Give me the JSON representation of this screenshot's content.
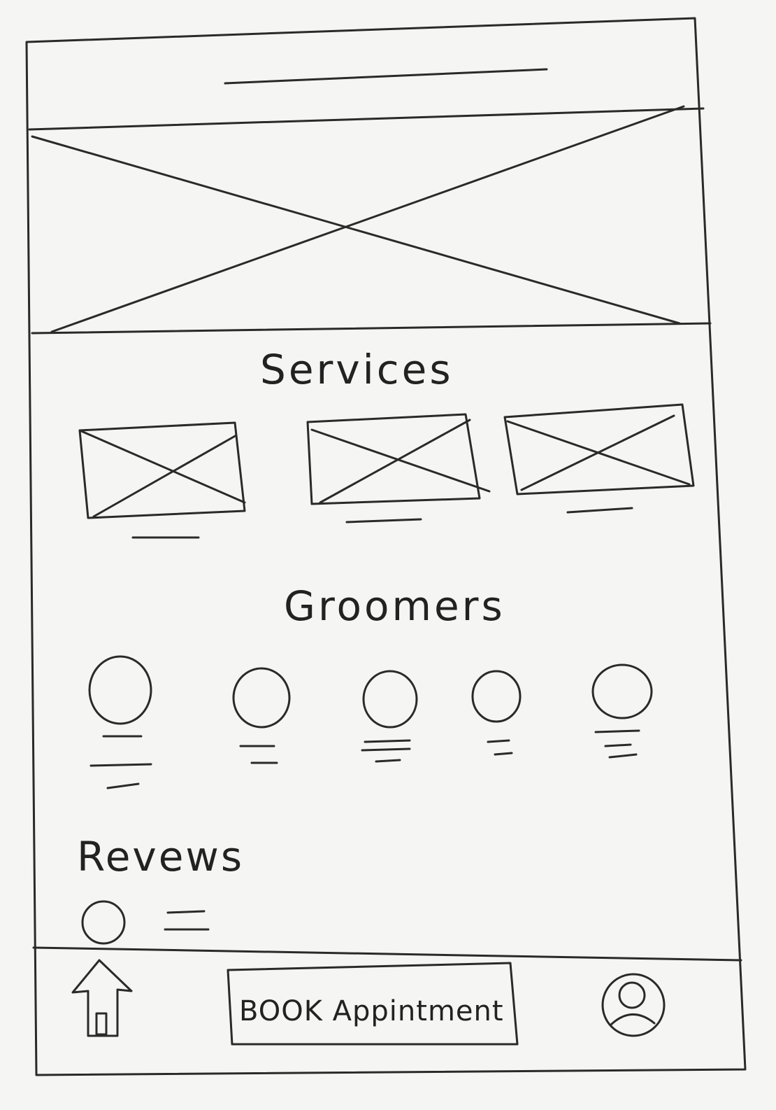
{
  "sections": {
    "services_title": "Services",
    "groomers_title": "Groomers",
    "reviews_title": "Revews"
  },
  "services": {
    "count": 3
  },
  "groomers": {
    "count": 5
  },
  "reviews": {
    "count": 1
  },
  "bottom_nav": {
    "home_icon": "home-icon",
    "book_label": "BOOK Appintment",
    "profile_icon": "user-profile-icon"
  },
  "colors": {
    "ink": "#2a2a2a",
    "paper": "#f5f5f3"
  }
}
